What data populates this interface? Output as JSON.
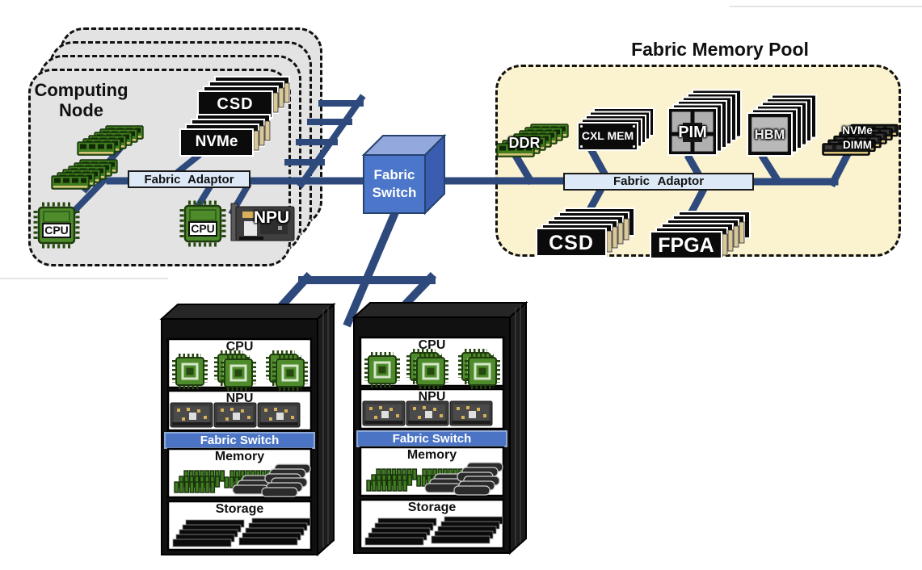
{
  "computing_node": {
    "title": "Computing Node",
    "csd_label": "CSD",
    "nvme_label": "NVMe",
    "fabric_adaptor_label": "Fabric Adaptor",
    "cpu1_label": "CPU",
    "cpu2_label": "CPU",
    "npu_label": "NPU"
  },
  "fabric_switch": {
    "label": "Fabric Switch"
  },
  "fabric_memory_pool": {
    "title": "Fabric Memory Pool",
    "ddr_label": "DDR",
    "cxl_mem_label": "CXL MEM",
    "pim_label": "PIM",
    "hbm_label": "HBM",
    "nvme_dimm_label": "NVMe DIMM",
    "fabric_adaptor_label": "Fabric Adaptor",
    "csd_label": "CSD",
    "fpga_label": "FPGA"
  },
  "racks": [
    {
      "cpu_label": "CPU",
      "npu_label": "NPU",
      "fabric_switch_label": "Fabric Switch",
      "memory_label": "Memory",
      "storage_label": "Storage"
    },
    {
      "cpu_label": "CPU",
      "npu_label": "NPU",
      "fabric_switch_label": "Fabric Switch",
      "memory_label": "Memory",
      "storage_label": "Storage"
    }
  ],
  "colors": {
    "connection_line": "#2e4a7c",
    "node_fill": "#e3e3e3",
    "pool_fill": "#fbf2d0",
    "switch_blue": "#4c76ca",
    "adaptor_fill": "#dde9f7",
    "dimm_green": "#3f7d1f",
    "black_module": "#0b0b0b"
  }
}
